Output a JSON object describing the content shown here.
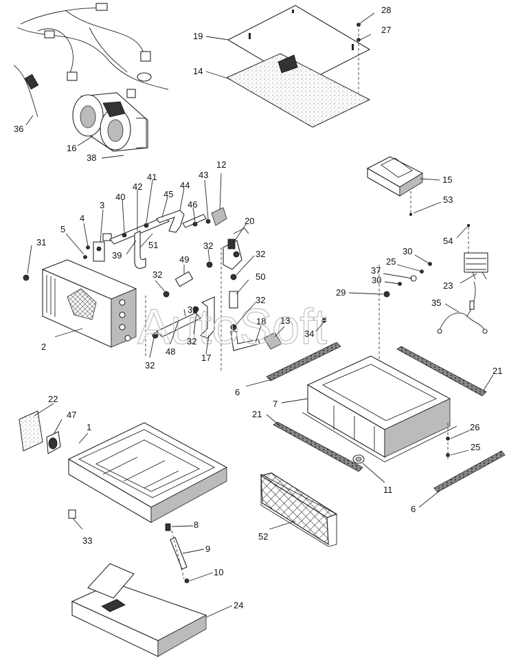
{
  "watermark": "AutoSoft",
  "callouts": [
    "1",
    "2",
    "3",
    "4",
    "5",
    "6",
    "6",
    "7",
    "8",
    "9",
    "10",
    "11",
    "12",
    "13",
    "14",
    "15",
    "16",
    "17",
    "18",
    "19",
    "20",
    "21",
    "21",
    "22",
    "23",
    "24",
    "25",
    "25",
    "26",
    "27",
    "28",
    "29",
    "30",
    "30",
    "31",
    "32",
    "32",
    "32",
    "32",
    "32",
    "32",
    "32",
    "33",
    "34",
    "35",
    "36",
    "37",
    "38",
    "39",
    "40",
    "41",
    "42",
    "43",
    "44",
    "45",
    "46",
    "47",
    "48",
    "49",
    "50",
    "51",
    "52",
    "53",
    "54"
  ]
}
